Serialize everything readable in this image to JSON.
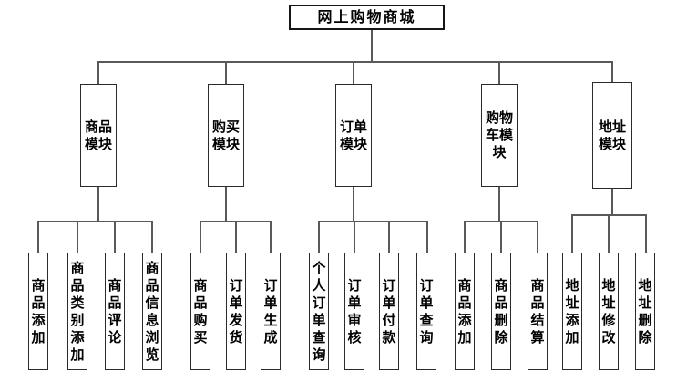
{
  "diagram": {
    "root": {
      "label": "网上购物商城"
    },
    "modules": [
      {
        "label": "商品模块",
        "children": [
          {
            "label": "商品添加"
          },
          {
            "label": "商品类别添加"
          },
          {
            "label": "商品评论"
          },
          {
            "label": "商品信息浏览"
          }
        ]
      },
      {
        "label": "购买模块",
        "children": [
          {
            "label": "商品购买"
          },
          {
            "label": "订单发货"
          },
          {
            "label": "订单生成"
          }
        ]
      },
      {
        "label": "订单模块",
        "children": [
          {
            "label": "个人订单查询"
          },
          {
            "label": "订单审核"
          },
          {
            "label": "订单付款"
          },
          {
            "label": "订单查询"
          }
        ]
      },
      {
        "label": "购物车模块",
        "children": [
          {
            "label": "商品添加"
          },
          {
            "label": "商品删除"
          },
          {
            "label": "商品结算"
          }
        ]
      },
      {
        "label": "地址模块",
        "children": [
          {
            "label": "地址添加"
          },
          {
            "label": "地址修改"
          },
          {
            "label": "地址删除"
          }
        ]
      }
    ],
    "colors": {
      "background": "#ffffff",
      "connector": "#595959",
      "box_border": "#2b2b2b",
      "text": "#000000"
    }
  }
}
